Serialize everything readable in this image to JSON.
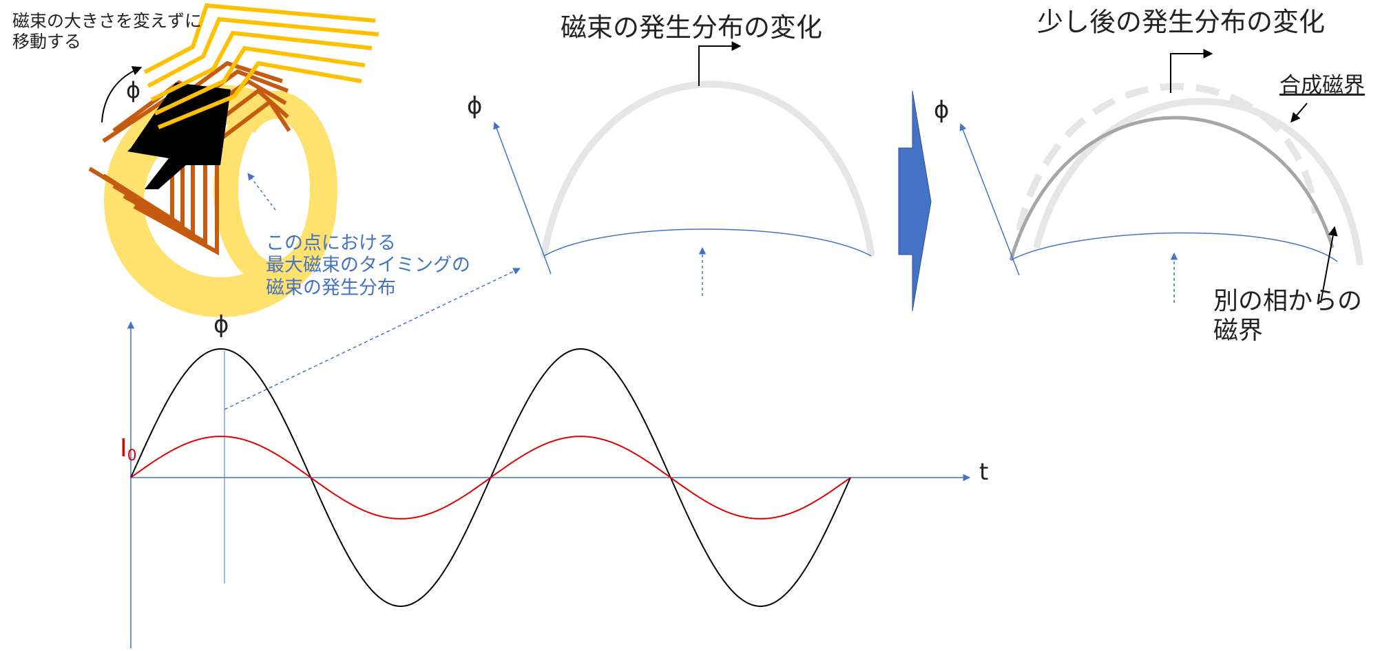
{
  "labels": {
    "move_note_line1": "磁束の大きさを変えずに",
    "move_note_line2": "移動する",
    "phi": "ϕ",
    "title_left": "磁束の発生分布の変化",
    "title_right": "少し後の発生分布の変化",
    "composite_field": "合成磁界",
    "point_note_line1": "この点における",
    "point_note_line2": "最大磁束のタイミングの",
    "point_note_line3": "磁束の発生分布",
    "other_phase_line1": "別の相からの",
    "other_phase_line2": "磁界",
    "t_axis": "t",
    "current_I": "I",
    "current_sub": "0"
  },
  "colors": {
    "blue": "#4472c4",
    "red": "#e00000",
    "black": "#000000",
    "flux_gray": "#e6e6e6",
    "dark_gray": "#a6a6a6",
    "coil_orange": "#c55a11",
    "yellow_flux": "#ffc000",
    "core_yellow": "#ffe26e"
  },
  "chart_data": {
    "type": "line",
    "title": "",
    "xlabel": "t",
    "ylabel": "ϕ",
    "series": [
      {
        "name": "ϕ",
        "amplitude": 1.0,
        "periods": 2
      },
      {
        "name": "I0",
        "amplitude": 0.32,
        "periods": 2
      }
    ]
  }
}
